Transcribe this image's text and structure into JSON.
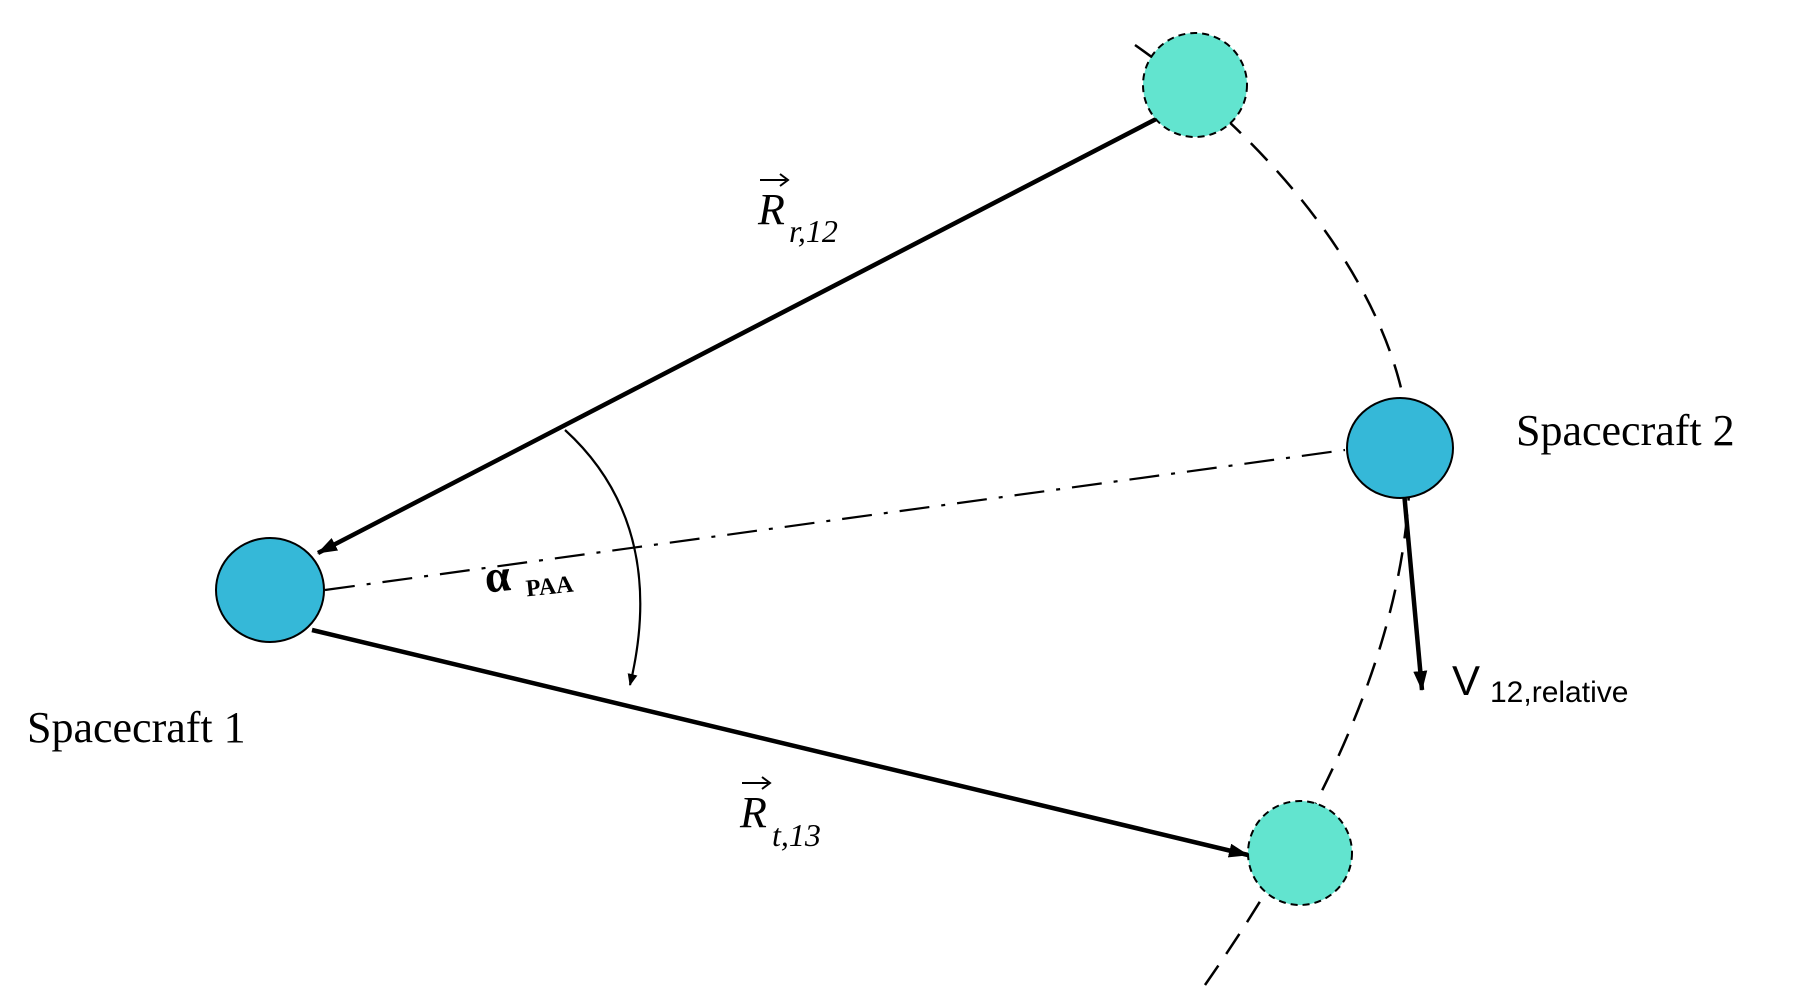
{
  "labels": {
    "spacecraft_1": "Spacecraft 1",
    "spacecraft_2": "Spacecraft 2",
    "r_received": {
      "main": "R",
      "sub": "r,12"
    },
    "r_transmit": {
      "main": "R",
      "sub": "t,13"
    },
    "angle": {
      "main": "α",
      "sub": "PAA"
    },
    "velocity": {
      "main": "V",
      "sub": "12,relative"
    }
  },
  "colors": {
    "spacecraft_fill": "#35b8d8",
    "ghost_fill": "#62e4cf",
    "stroke": "#000000"
  }
}
